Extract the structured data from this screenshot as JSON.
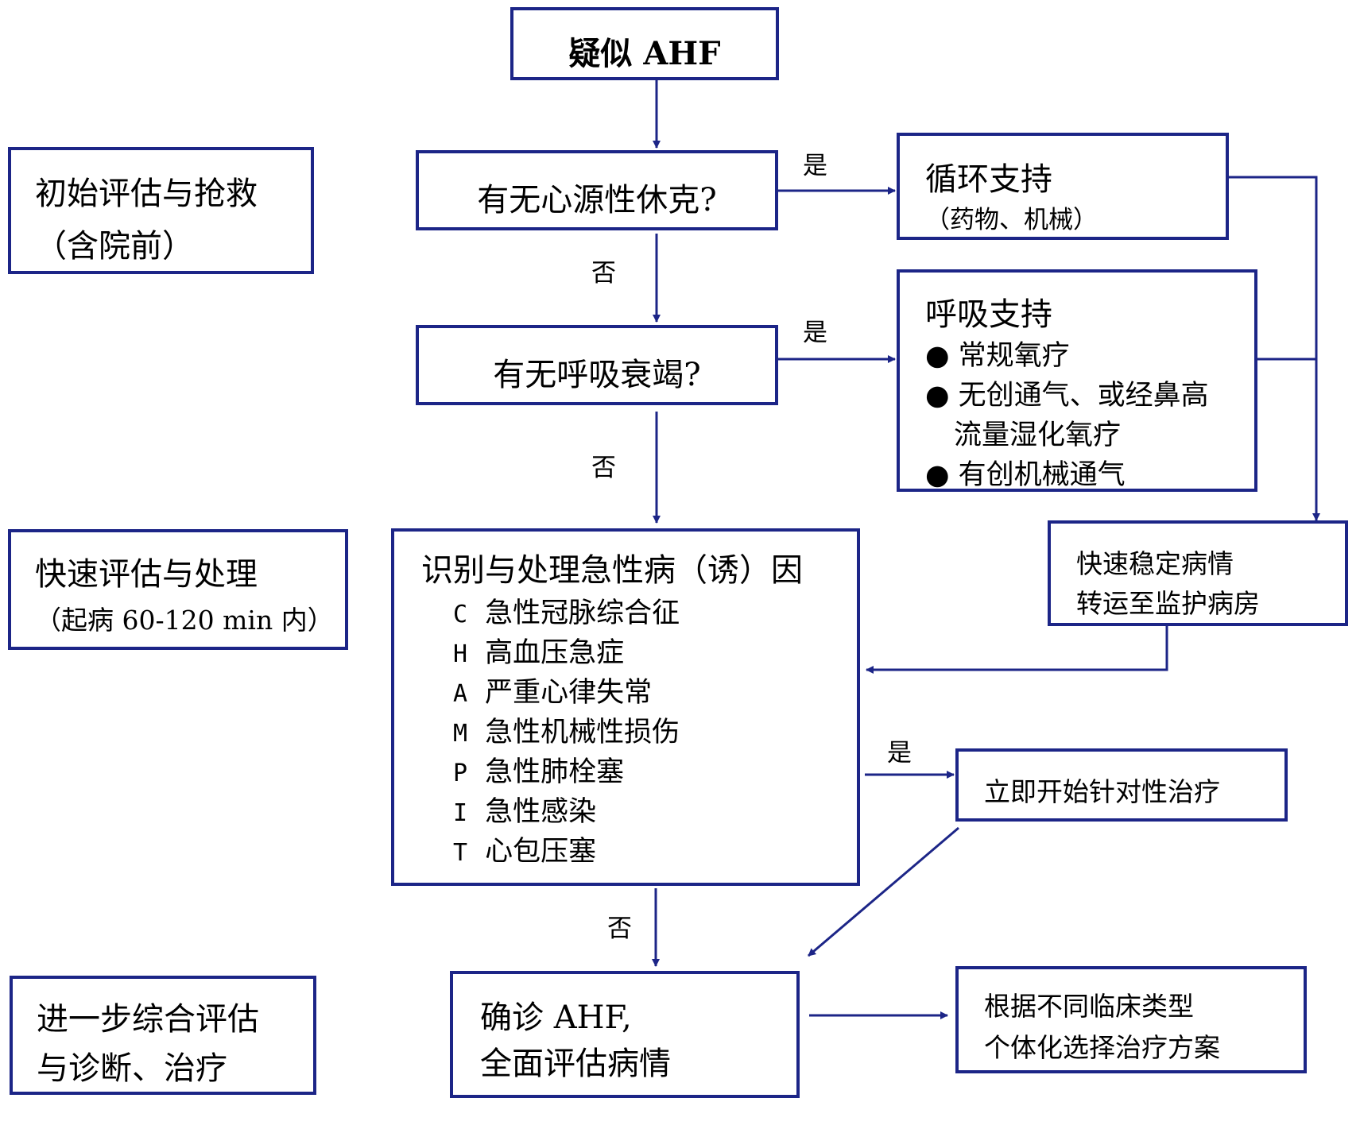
{
  "colors": {
    "border": "#1c2587",
    "arrow": "#1c2587"
  },
  "phases": {
    "initial": [
      "初始评估与抢救",
      "（含院前）"
    ],
    "rapid": [
      "快速评估与处理",
      "（起病 60-120 min 内）"
    ],
    "further": [
      "进一步综合评估",
      "与诊断、治疗"
    ]
  },
  "nodes": {
    "suspect": "疑似 AHF",
    "shock_q": "有无心源性休克?",
    "circulation": {
      "title": "循环支持",
      "sub": "（药物、机械）"
    },
    "resp_q": "有无呼吸衰竭?",
    "respiratory": {
      "title": "呼吸支持",
      "items": [
        "常规氧疗",
        "无创通气、或经鼻高",
        "流量湿化氧疗",
        "有创机械通气"
      ]
    },
    "identify": {
      "title": "识别与处理急性病（诱）因",
      "items": [
        {
          "letter": "C",
          "text": "急性冠脉综合征"
        },
        {
          "letter": "H",
          "text": "高血压急症"
        },
        {
          "letter": "A",
          "text": "严重心律失常"
        },
        {
          "letter": "M",
          "text": "急性机械性损伤"
        },
        {
          "letter": "P",
          "text": "急性肺栓塞"
        },
        {
          "letter": "I",
          "text": "急性感染"
        },
        {
          "letter": "T",
          "text": "心包压塞"
        }
      ]
    },
    "stabilize": [
      "快速稳定病情",
      "转运至监护病房"
    ],
    "immediate": "立即开始针对性治疗",
    "confirm": [
      "确诊 AHF,",
      "全面评估病情"
    ],
    "individual": [
      "根据不同临床类型",
      "个体化选择治疗方案"
    ]
  },
  "labels": {
    "yes": "是",
    "no": "否"
  }
}
